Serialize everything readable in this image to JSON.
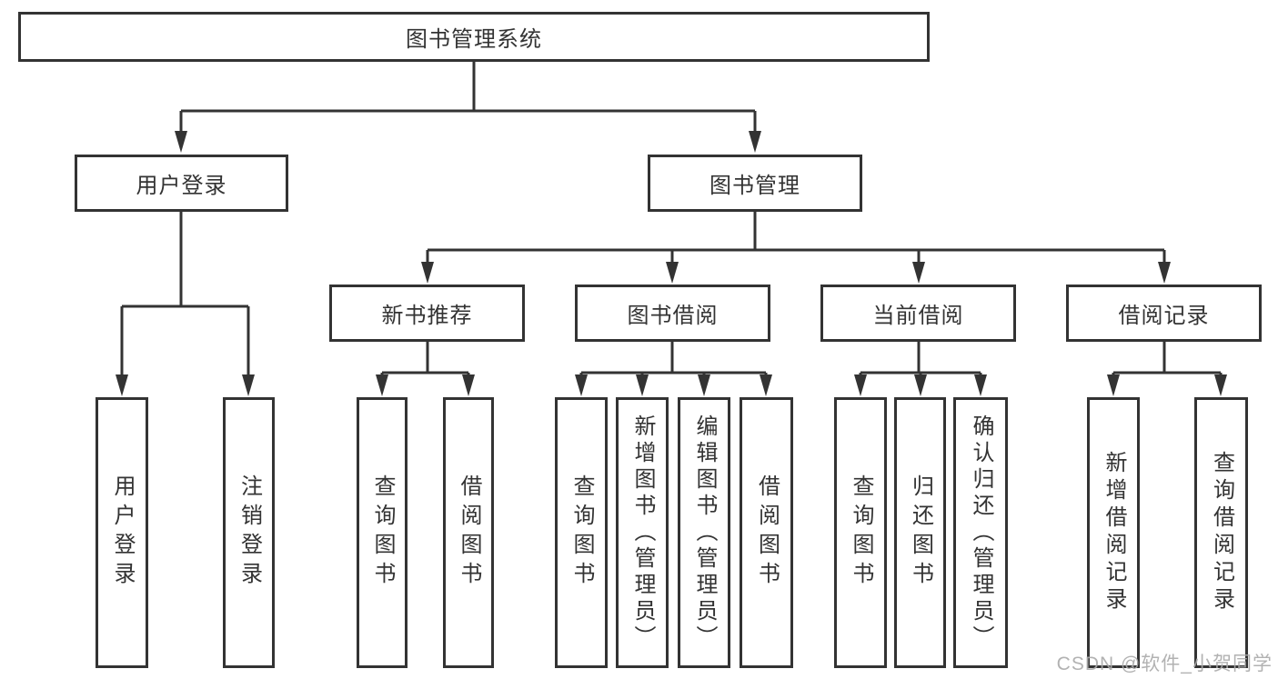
{
  "diagram": {
    "type": "hierarchy-tree",
    "root": {
      "label": "图书管理系统",
      "children": [
        {
          "label": "用户登录",
          "children": [
            {
              "label": "用户登录"
            },
            {
              "label": "注销登录"
            }
          ]
        },
        {
          "label": "图书管理",
          "children": [
            {
              "label": "新书推荐",
              "children": [
                {
                  "label": "查询图书"
                },
                {
                  "label": "借阅图书"
                }
              ]
            },
            {
              "label": "图书借阅",
              "children": [
                {
                  "label": "查询图书"
                },
                {
                  "label": "新增图书（管理员）"
                },
                {
                  "label": "编辑图书（管理员）"
                },
                {
                  "label": "借阅图书"
                }
              ]
            },
            {
              "label": "当前借阅",
              "children": [
                {
                  "label": "查询图书"
                },
                {
                  "label": "归还图书"
                },
                {
                  "label": "确认归还（管理员）"
                }
              ]
            },
            {
              "label": "借阅记录",
              "children": [
                {
                  "label": "新增借阅记录"
                },
                {
                  "label": "查询借阅记录"
                }
              ]
            }
          ]
        }
      ]
    }
  },
  "watermark": {
    "text": "CSDN @软件_小贺同学",
    "color": "#aaaaaa"
  },
  "colors": {
    "line": "#333333",
    "text": "#333333",
    "box_background": "#ffffff",
    "page_background": "#ffffff"
  }
}
